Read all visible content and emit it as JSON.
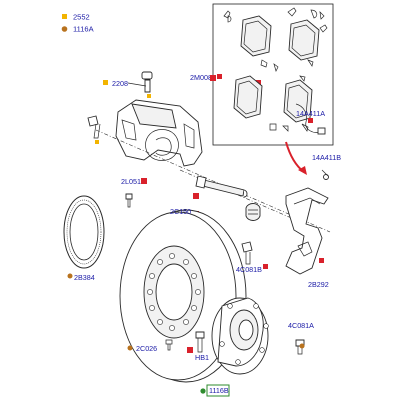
{
  "legend": {
    "items": [
      {
        "code": "2552",
        "color": "#f2b400",
        "shape": "square"
      },
      {
        "code": "1116A",
        "color": "#b8721e",
        "shape": "circle"
      }
    ]
  },
  "callouts": {
    "2208": "2208",
    "2M008": "2M008",
    "14A411A": "14A411A",
    "14A411B": "14A411B",
    "2L051": "2L051",
    "2C150": "2C150",
    "4C081B": "4C081B",
    "2B384": "2B384",
    "2B292": "2B292",
    "2C026": "2C026",
    "4C081A": "4C081A",
    "HB1": "HB1",
    "1116B": "1116B"
  },
  "colors": {
    "label_text": "#1a1aa6",
    "marker_red": "#d9212b",
    "marker_yellow": "#f2b400",
    "marker_brown": "#b8721e",
    "marker_green": "#2e8b2e",
    "arrow_red": "#d9212b"
  }
}
